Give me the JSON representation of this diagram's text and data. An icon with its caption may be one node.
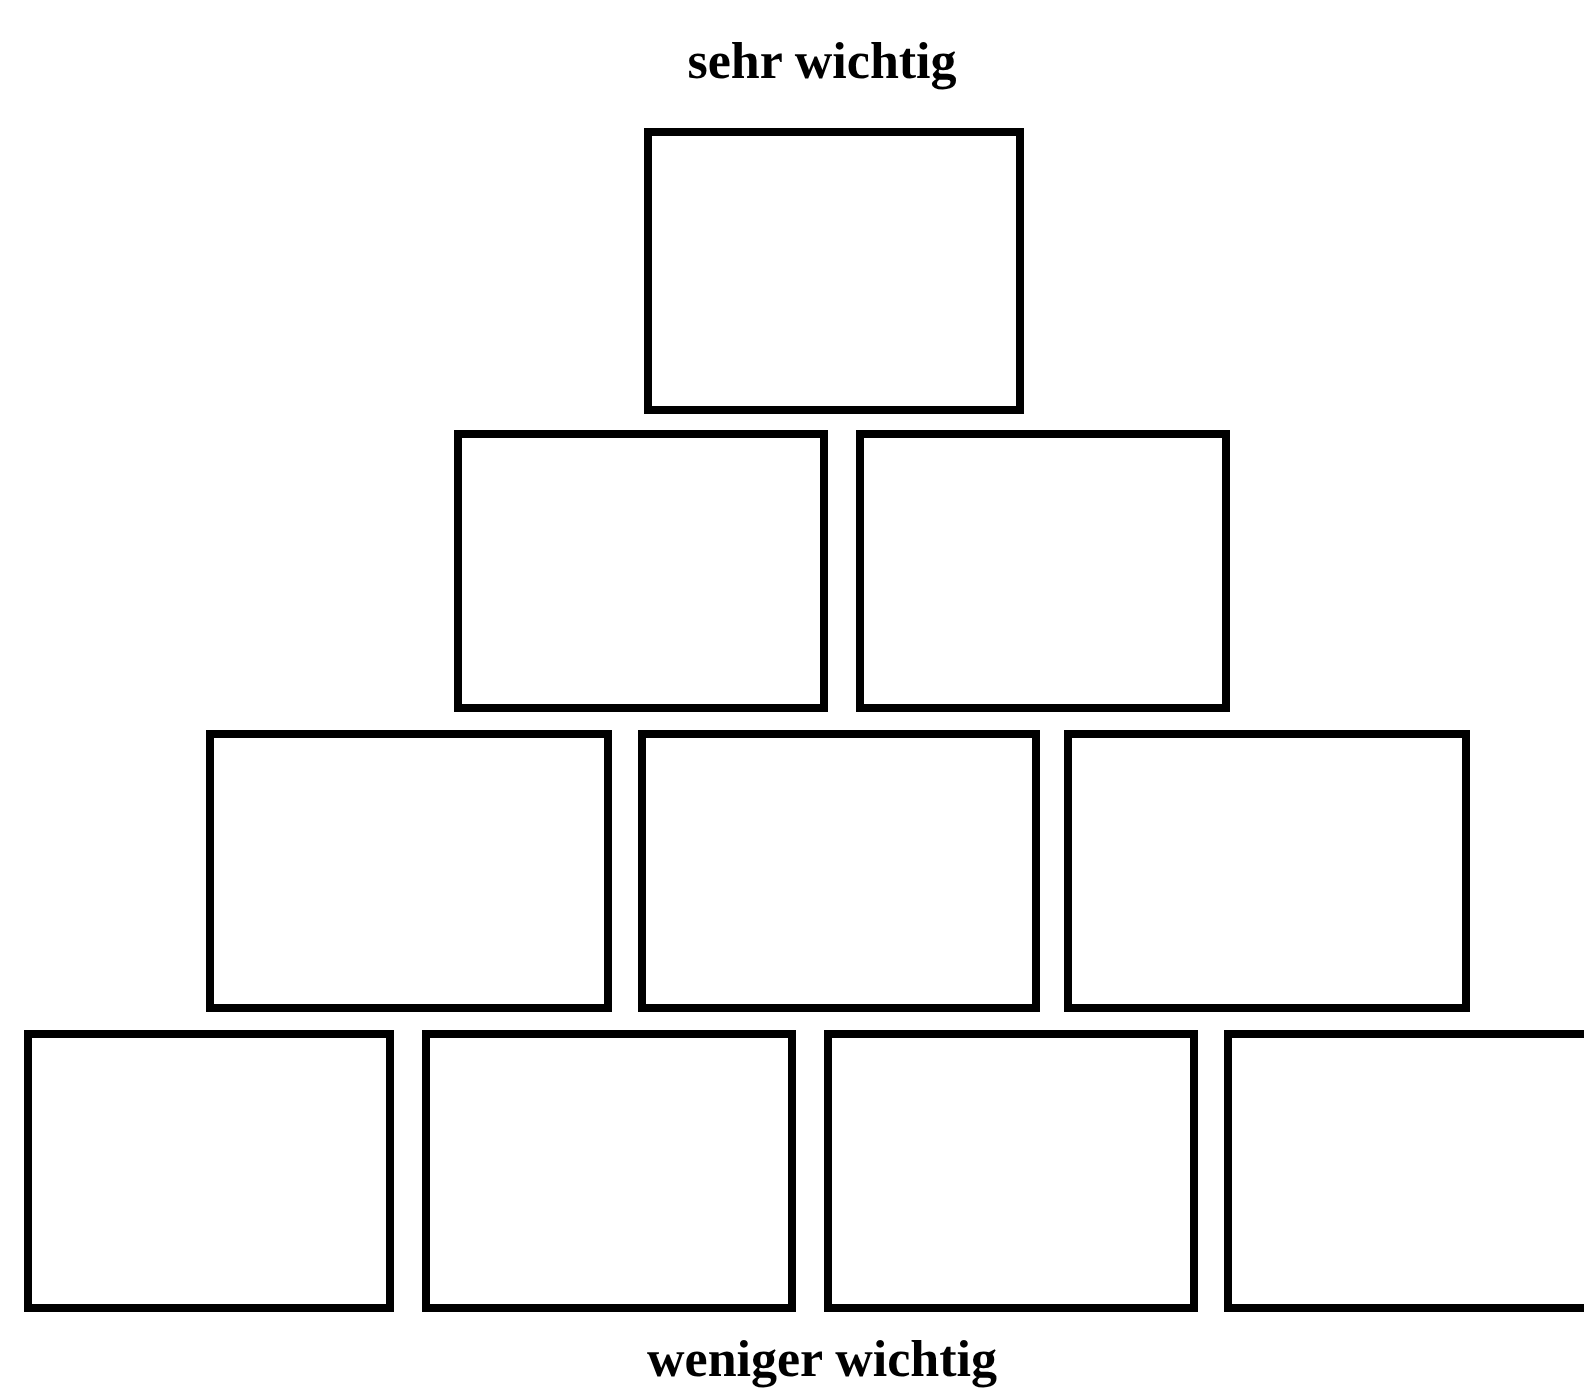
{
  "diagram": {
    "nodes": [
      {
        "text": [],
        "shape": "box"
      },
      {
        "text": [],
        "shape": "box"
      },
      {
        "text": [],
        "shape": "box"
      },
      {
        "text": [],
        "shape": "box"
      },
      {
        "text": [],
        "shape": "box"
      },
      {
        "text": [],
        "shape": "box"
      },
      {
        "text": [],
        "shape": "box"
      },
      {
        "text": [],
        "shape": "box"
      },
      {
        "text": [],
        "shape": "box"
      },
      {
        "text": [],
        "shape": "box"
      }
    ],
    "labels": [
      "sehr wichtig",
      "weniger wichtig"
    ]
  }
}
